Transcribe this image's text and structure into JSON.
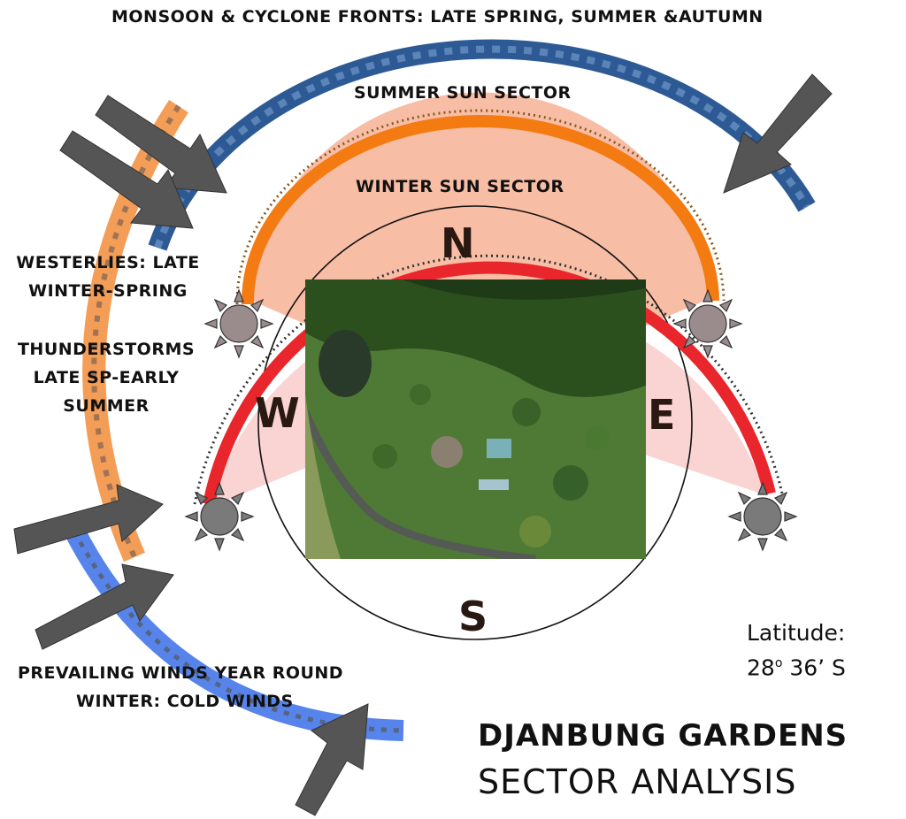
{
  "labels": {
    "monsoon": "MONSOON & CYCLONE FRONTS: LATE SPRING, SUMMER &AUTUMN",
    "summer_sun": "SUMMER SUN SECTOR",
    "winter_sun": "WINTER SUN SECTOR",
    "westerlies_1": "WESTERLIES: LATE",
    "westerlies_2": "WINTER-SPRING",
    "thunder_1": "THUNDERSTORMS",
    "thunder_2": "LATE SP-EARLY",
    "thunder_3": "SUMMER",
    "prevailing_1": "PREVAILING WINDS YEAR ROUND",
    "prevailing_2": "WINTER: COLD WINDS"
  },
  "compass": {
    "n": "N",
    "s": "S",
    "e": "E",
    "w": "W"
  },
  "latitude": {
    "line1": "Latitude:",
    "line2_deg": "28",
    "line2_sup": "o",
    "line2_rest": " 36’ S"
  },
  "title": {
    "line1": "DJANBUNG GARDENS",
    "line2": "SECTOR ANALYSIS"
  },
  "colors": {
    "summer_arc": "#e8262c",
    "winter_arc": "#f47a12",
    "monsoon_arc": "#2d5a94",
    "westerlies_arc": "#f28c3a",
    "prevailing_arc": "#3a6fe6",
    "arrow": "#555555",
    "sun": "#9a8c8c",
    "sector_fill": "#f8c4c4"
  },
  "icons": [
    "sun-icon",
    "wind-arrow-icon",
    "aerial-photo"
  ]
}
